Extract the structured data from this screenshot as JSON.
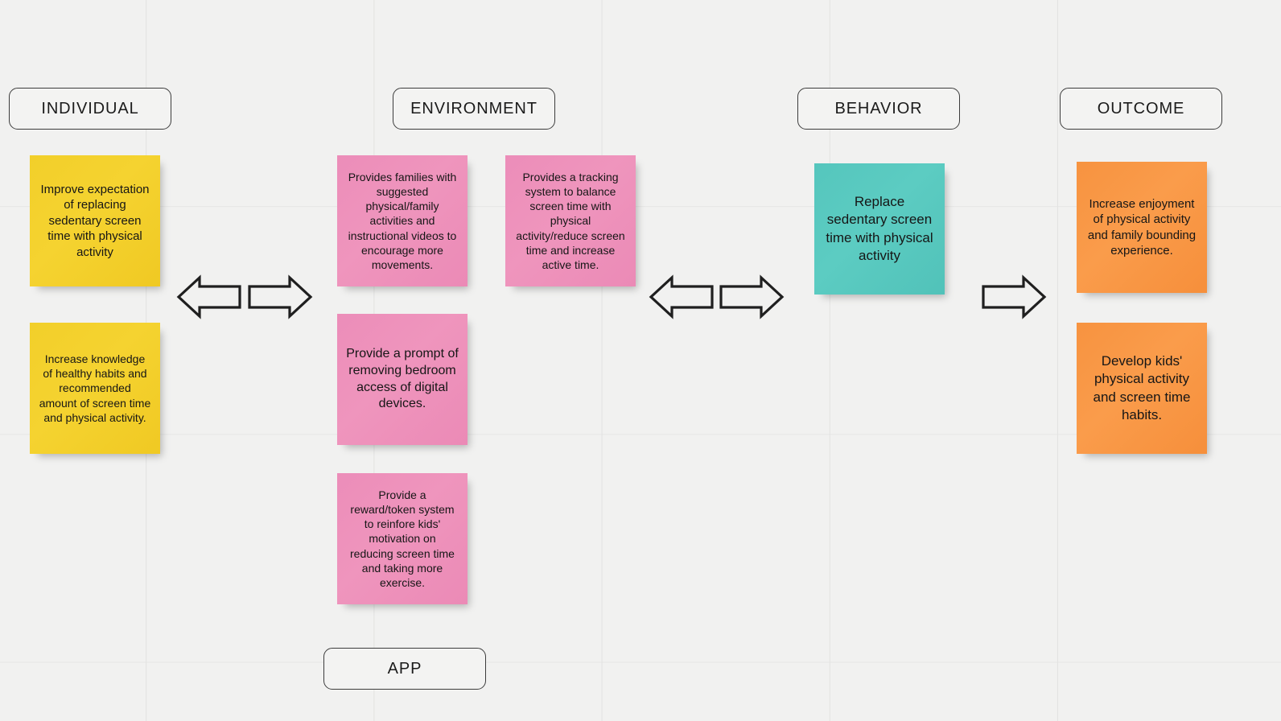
{
  "board": {
    "background_color": "#f1f1f0",
    "grid_color": "#e4e4e3",
    "title_hint": "behavior-change logic model whiteboard"
  },
  "columns": [
    {
      "id": "individual",
      "label": "INDIVIDUAL"
    },
    {
      "id": "environment",
      "label": "ENVIRONMENT"
    },
    {
      "id": "behavior",
      "label": "BEHAVIOR"
    },
    {
      "id": "outcome",
      "label": "OUTCOME"
    }
  ],
  "app_label": "APP",
  "notes": [
    {
      "id": "individual-1",
      "column": "individual",
      "color": "#f5d330",
      "color_name": "yellow",
      "font_size": "15px",
      "text": "Improve expectation of replacing sedentary screen time with physical activity"
    },
    {
      "id": "individual-2",
      "column": "individual",
      "color": "#f5d330",
      "color_name": "yellow",
      "font_size": "14px",
      "text": "Increase knowledge of healthy habits and recommended amount of screen time and physical activity."
    },
    {
      "id": "environment-1",
      "column": "environment",
      "color": "#ef95bd",
      "color_name": "pink",
      "font_size": "14px",
      "text": "Provides families with suggested physical/family activities and instructional videos to encourage more movements."
    },
    {
      "id": "environment-2",
      "column": "environment",
      "color": "#ef95bd",
      "color_name": "pink",
      "font_size": "14px",
      "text": "Provides a tracking system to balance screen time with physical activity/reduce screen time and increase active time."
    },
    {
      "id": "environment-3",
      "column": "environment",
      "color": "#ef95bd",
      "color_name": "pink",
      "font_size": "16px",
      "text": "Provide a prompt of removing bedroom access of digital devices."
    },
    {
      "id": "environment-4",
      "column": "environment",
      "color": "#ef95bd",
      "color_name": "pink",
      "font_size": "14px",
      "text": "Provide a reward/token system to reinfore kids' motivation on reducing screen time and taking more exercise."
    },
    {
      "id": "behavior-1",
      "column": "behavior",
      "color": "#5cccc2",
      "color_name": "teal",
      "font_size": "17px",
      "text": "Replace sedentary screen time with physical activity"
    },
    {
      "id": "outcome-1",
      "column": "outcome",
      "color": "#fa9c4b",
      "color_name": "orange",
      "font_size": "15px",
      "text": "Increase enjoyment of physical activity and family bounding experience."
    },
    {
      "id": "outcome-2",
      "column": "outcome",
      "color": "#fa9c4b",
      "color_name": "orange",
      "font_size": "17px",
      "text": "Develop kids' physical activity and screen time habits."
    }
  ],
  "arrows": [
    {
      "id": "arrow-individual-environment-left",
      "direction": "left",
      "between": "INDIVIDUAL / ENVIRONMENT"
    },
    {
      "id": "arrow-individual-environment-right",
      "direction": "right",
      "between": "INDIVIDUAL / ENVIRONMENT"
    },
    {
      "id": "arrow-environment-behavior-left",
      "direction": "left",
      "between": "ENVIRONMENT / BEHAVIOR"
    },
    {
      "id": "arrow-environment-behavior-right",
      "direction": "right",
      "between": "ENVIRONMENT / BEHAVIOR"
    },
    {
      "id": "arrow-behavior-outcome-right",
      "direction": "right",
      "between": "BEHAVIOR / OUTCOME"
    }
  ]
}
